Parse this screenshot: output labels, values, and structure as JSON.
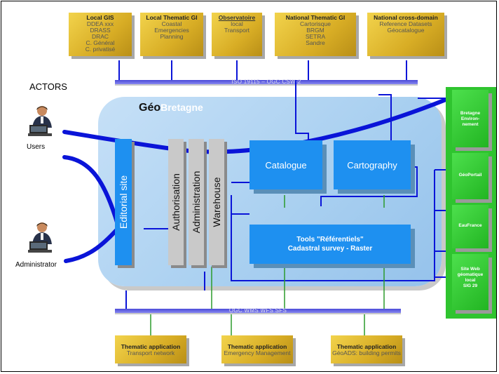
{
  "top_sources": [
    {
      "title": "Local GIS",
      "lines": [
        "DDEA xxx",
        "DRASS",
        "DRAC",
        "C. Général",
        "C. privatisé"
      ]
    },
    {
      "title": "Local Thematic GI",
      "lines": [
        "Coastal",
        "Emergencies",
        "Planning"
      ]
    },
    {
      "title": "Observatoire",
      "lines": [
        "local",
        "Transport"
      ]
    },
    {
      "title": "National Thematic GI",
      "lines": [
        "Cartorisque",
        "BRGM",
        "SETRA",
        "Sandre"
      ]
    },
    {
      "title": "National cross-domain",
      "lines": [
        "Reference Datasets",
        "Géocatalogue"
      ]
    }
  ],
  "top_bus_label": "ISO 19115 – OGC CSW-2",
  "bottom_bus_label": "OGC WMS WFS SFS",
  "actors_heading": "ACTORS",
  "actors": [
    {
      "label": "Users"
    },
    {
      "label": "Administrator"
    }
  ],
  "platform": {
    "title_part1": "Géo",
    "title_part2": "Bretagne"
  },
  "vertical_bars": {
    "editorial": "Editorial site",
    "authorisation": "Authorisation",
    "administration": "Administration",
    "warehouse": "Warehouse"
  },
  "catalogue": "Catalogue",
  "cartography": "Cartography",
  "tools": {
    "line1": "Tools \"Référentiels\"",
    "line2": "Cadastral survey - Raster"
  },
  "portals": [
    {
      "lines": [
        "Bretagne",
        "Environ-",
        "nement"
      ]
    },
    {
      "lines": [
        "GéoPortail"
      ]
    },
    {
      "lines": [
        "EauFrance"
      ]
    },
    {
      "lines": [
        "Site Web",
        "géomatique",
        "local",
        "SIG 29"
      ]
    }
  ],
  "apps": [
    {
      "title": "Thematic application",
      "sub": "Transport network"
    },
    {
      "title": "Thematic application",
      "sub": "Emergency Management"
    },
    {
      "title": "Thematic application",
      "sub": "GéoADS: building permits"
    }
  ],
  "colors": {
    "bus": "#4a4ad8",
    "platform": "#a8cff0",
    "service": "#1e90f0",
    "portal": "#33cc33",
    "source": "#e0be38"
  }
}
